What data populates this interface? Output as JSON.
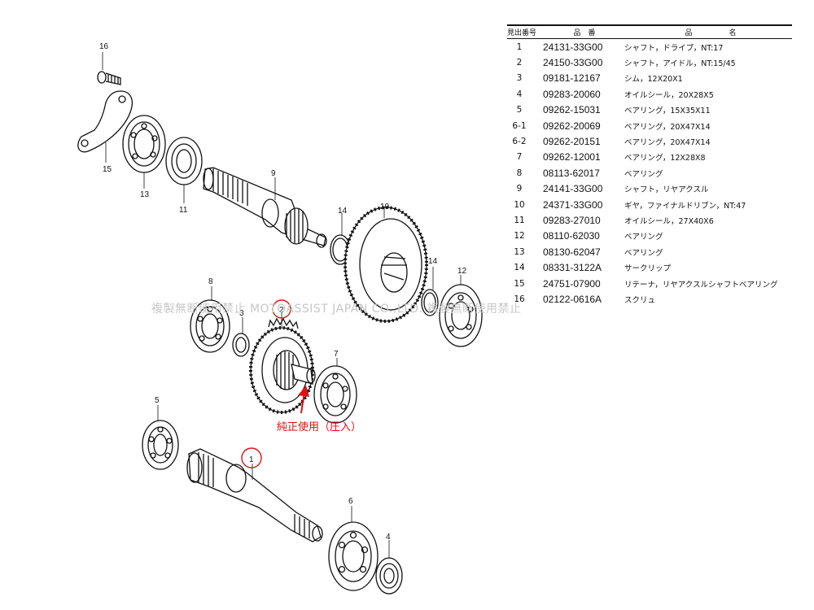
{
  "table": {
    "headers": {
      "no": "見出番号",
      "part_number": "品　番",
      "part_name": "品　　　　　名"
    },
    "rows": [
      {
        "no": "1",
        "part": "24131-33G00",
        "name": "シャフト，ドライブ，NT:17"
      },
      {
        "no": "2",
        "part": "24150-33G00",
        "name": "シャフト，アイドル，NT:15/45"
      },
      {
        "no": "3",
        "part": "09181-12167",
        "name": "シム，12X20X1"
      },
      {
        "no": "4",
        "part": "09283-20060",
        "name": "オイルシール，20X28X5"
      },
      {
        "no": "5",
        "part": "09262-15031",
        "name": "ベアリング，15X35X11"
      },
      {
        "no": "6-1",
        "part": "09262-20069",
        "name": "ベアリング，20X47X14"
      },
      {
        "no": "6-2",
        "part": "09262-20151",
        "name": "ベアリング，20X47X14"
      },
      {
        "no": "7",
        "part": "09262-12001",
        "name": "ベアリング，12X28X8"
      },
      {
        "no": "8",
        "part": "08113-62017",
        "name": "ベアリング"
      },
      {
        "no": "9",
        "part": "24141-33G00",
        "name": "シャフト，リヤアクスル"
      },
      {
        "no": "10",
        "part": "24371-33G00",
        "name": "ギヤ，ファイナルドリブン，NT:47"
      },
      {
        "no": "11",
        "part": "09283-27010",
        "name": "オイルシール，27X40X6"
      },
      {
        "no": "12",
        "part": "08110-62030",
        "name": "ベアリング"
      },
      {
        "no": "13",
        "part": "08130-62047",
        "name": "ベアリング"
      },
      {
        "no": "14",
        "part": "08331-3122A",
        "name": "サークリップ"
      },
      {
        "no": "15",
        "part": "24751-07900",
        "name": "リテーナ，リヤアクスルシャフトベアリング"
      },
      {
        "no": "16",
        "part": "02122-0616A",
        "name": "スクリュ"
      }
    ]
  },
  "callouts": {
    "c1": "1",
    "c2": "2",
    "c3": "3",
    "c4": "4",
    "c5": "5",
    "c6": "6",
    "c7": "7",
    "c8": "8",
    "c9": "9",
    "c10": "10",
    "c11": "11",
    "c12": "12",
    "c13": "13",
    "c14a": "14",
    "c14b": "14",
    "c15": "15",
    "c16": "16"
  },
  "annotation": {
    "note": "純正使用（圧入）"
  },
  "watermark": "複製無断使用禁止 MOTOASSIST JAPAN CO.,LTD. 複製無断使用禁止",
  "colors": {
    "callout_circle": "#d81818",
    "note": "#e01010",
    "watermark": "#c8c8c8"
  }
}
